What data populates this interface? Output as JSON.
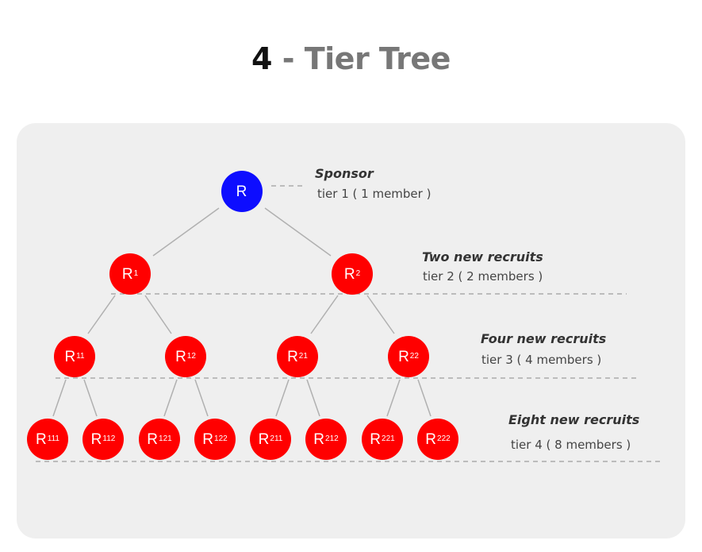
{
  "title": {
    "number": "4",
    "rest": "- Tier Tree"
  },
  "colors": {
    "sponsor": "#0d0dff",
    "recruit": "#ff0000",
    "panel": "#efefef",
    "line": "#b0b0b0"
  },
  "tiers": [
    {
      "heading": "Sponsor",
      "sub": "tier 1 ( 1 member )"
    },
    {
      "heading": "Two new recruits",
      "sub": "tier 2 ( 2 members )"
    },
    {
      "heading": "Four new recruits",
      "sub": "tier 3 ( 4 members )"
    },
    {
      "heading": "Eight new recruits",
      "sub": "tier 4 ( 8 members )"
    }
  ],
  "nodes": {
    "root": {
      "base": "R",
      "sup": ""
    },
    "t2": [
      {
        "base": "R",
        "sup": "1"
      },
      {
        "base": "R",
        "sup": "2"
      }
    ],
    "t3": [
      {
        "base": "R",
        "sup": "11"
      },
      {
        "base": "R",
        "sup": "12"
      },
      {
        "base": "R",
        "sup": "21"
      },
      {
        "base": "R",
        "sup": "22"
      }
    ],
    "t4": [
      {
        "base": "R",
        "sup": "111"
      },
      {
        "base": "R",
        "sup": "112"
      },
      {
        "base": "R",
        "sup": "121"
      },
      {
        "base": "R",
        "sup": "122"
      },
      {
        "base": "R",
        "sup": "211"
      },
      {
        "base": "R",
        "sup": "212"
      },
      {
        "base": "R",
        "sup": "221"
      },
      {
        "base": "R",
        "sup": "222"
      }
    ]
  }
}
